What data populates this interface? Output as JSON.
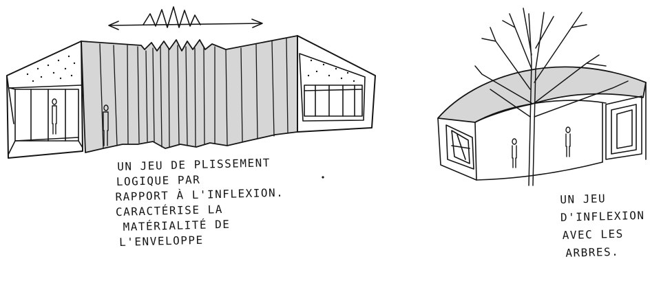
{
  "left_caption": {
    "lines": [
      "Un jeu de plissement",
      "logique par",
      "rapport à l'inflexion.",
      "Caractérise la",
      "matérialité de",
      "l'enveloppe"
    ]
  },
  "right_caption": {
    "lines": [
      "Un jeu",
      "d'inflexion",
      "avec les",
      "arbres."
    ]
  },
  "colors": {
    "ink": "#151515",
    "fill": "#d6d6d6",
    "paper": "#ffffff"
  }
}
